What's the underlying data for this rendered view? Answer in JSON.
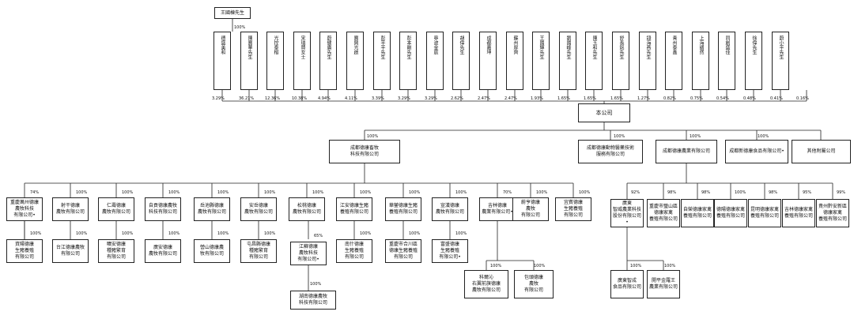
{
  "top_holder": "王國棟先生",
  "top_holder_pct": "100%",
  "shareholders": [
    {
      "name": "德盛美和",
      "pct": "3.29%"
    },
    {
      "name": "陳寶華先生",
      "pct": "36.21%"
    },
    {
      "name": "光控泰榕",
      "pct": "12.36%"
    },
    {
      "name": "宋瑞賢女士",
      "pct": "10.38%"
    },
    {
      "name": "蔚健廣先生",
      "pct": "4.94%"
    },
    {
      "name": "寶興光啟",
      "pct": "4.11%"
    },
    {
      "name": "彭平平先生",
      "pct": "3.39%"
    },
    {
      "name": "彭本剛先生",
      "pct": "3.29%"
    },
    {
      "name": "寧波金宸",
      "pct": "3.29%"
    },
    {
      "name": "胡偉先生",
      "pct": "2.62%"
    },
    {
      "name": "成都嘉坤",
      "pct": "2.47%"
    },
    {
      "name": "蘇州厚齊",
      "pct": "2.47%"
    },
    {
      "name": "王國輝先生",
      "pct": "1.93%"
    },
    {
      "name": "劉國峰先生",
      "pct": "1.65%"
    },
    {
      "name": "陳玉和先生",
      "pct": "1.65%"
    },
    {
      "name": "舒長銘先生",
      "pct": "1.65%"
    },
    {
      "name": "錢海燕先生",
      "pct": "1.27%"
    },
    {
      "name": "青州泰鑫",
      "pct": "0.82%"
    },
    {
      "name": "上海譜然",
      "pct": "0.75%"
    },
    {
      "name": "同創盛佳",
      "pct": "0.54%"
    },
    {
      "name": "徐偉先生",
      "pct": "0.48%"
    },
    {
      "name": "蔚小平先生",
      "pct": "0.41%"
    },
    {
      "name": "",
      "pct": "0.16%"
    }
  ],
  "company": "本公司",
  "level1": [
    {
      "name": "成都德康畜牧\n科技有限公司",
      "pct": "100%"
    },
    {
      "name": "成都德康動物醫藥技術\n服務有限公司",
      "pct": "100%"
    },
    {
      "name": "成都德康農業有限公司",
      "pct": "100%"
    },
    {
      "name": "成都新德康食品有限公司•",
      "pct": "100%"
    },
    {
      "name": "其他附屬公司",
      "pct": ""
    }
  ],
  "subs_a": [
    {
      "name": "重慶萬州德康\n農牧科技\n有限公司•",
      "pct": "74%"
    },
    {
      "name": "射干德康\n農牧有限公司",
      "pct": "100%"
    },
    {
      "name": "仁壽德康\n農牧有限公司",
      "pct": "100%"
    },
    {
      "name": "自貢德康農牧\n科技有限公司",
      "pct": "100%"
    },
    {
      "name": "岳池縣德康\n農牧有限公司",
      "pct": "100%"
    },
    {
      "name": "安岳德康\n農牧有限公司",
      "pct": "100%"
    },
    {
      "name": "松桃德康\n農牧有限公司",
      "pct": "100%"
    },
    {
      "name": "江安德康生豬\n養殖有限公司",
      "pct": "100%"
    },
    {
      "name": "華鎣德康生豬\n養殖有限公司",
      "pct": "100%"
    },
    {
      "name": "宣漢德康\n農牧有限公司",
      "pct": "100%"
    },
    {
      "name": "吉林德康\n農業有限公司•",
      "pct": "70%"
    },
    {
      "name": "蔚亨德康\n農牧\n有限公司",
      "pct": "100%"
    },
    {
      "name": "宜賓德康\n生豬養殖\n有限公司",
      "pct": "100%"
    }
  ],
  "subs_b": [
    {
      "name": "資陽德康\n生豬養殖\n有限公司",
      "pct": "100%"
    },
    {
      "name": "台江德康農牧\n有限公司",
      "pct": "100%"
    },
    {
      "name": "曠安德康\n種豬繁育\n有限公司",
      "pct": "100%"
    },
    {
      "name": "廣安德康\n農牧有限公司",
      "pct": "100%"
    },
    {
      "name": "營山德康農\n牧有限公司",
      "pct": "100%"
    },
    {
      "name": "屯昌縣德康\n種豬繁育\n有限公司",
      "pct": "100%"
    },
    {
      "name": "江蘇德康\n農牧科技\n有限公司•",
      "pct": "65%"
    },
    {
      "name": "南什德康\n生豬養殖\n有限公司",
      "pct": "100%"
    },
    {
      "name": "重慶市合川區\n德康生豬養殖\n有限公司",
      "pct": "100%"
    },
    {
      "name": "富盛德康\n生豬養殖\n有限公司•",
      "pct": "100%"
    }
  ],
  "subs_c": [
    {
      "name": "湖南德康農牧\n科技有限公司",
      "pct": "100%"
    }
  ],
  "subs_jilin": [
    {
      "name": "科爾沁\n右翼前旗德康\n農牧有限公司",
      "pct": "100%"
    },
    {
      "name": "包頭德康\n農牧\n有限公司",
      "pct": "100%"
    }
  ],
  "agri_subs": [
    {
      "name": "廣東\n智威農業科技\n股份有限公司•",
      "pct": "92%"
    },
    {
      "name": "重慶市璧山區\n德康家禽\n養殖有限公司",
      "pct": "98%"
    },
    {
      "name": "自榮德康家禽\n養殖有限公司",
      "pct": "98%"
    },
    {
      "name": "德陽德康家禽\n養殖有限公司",
      "pct": "100%"
    },
    {
      "name": "昆明德康家禽\n養殖有限公司",
      "pct": "98%"
    },
    {
      "name": "吉林德康家禽\n養殖有限公司",
      "pct": "95%"
    },
    {
      "name": "貴州黔安新區\n德康家禽\n養殖有限公司",
      "pct": "99%"
    }
  ],
  "agri_sub2": [
    {
      "name": "廣東智成\n食品有限公司",
      "pct": "100%"
    },
    {
      "name": "開平金羅王\n農業有限公司",
      "pct": "100%"
    }
  ]
}
